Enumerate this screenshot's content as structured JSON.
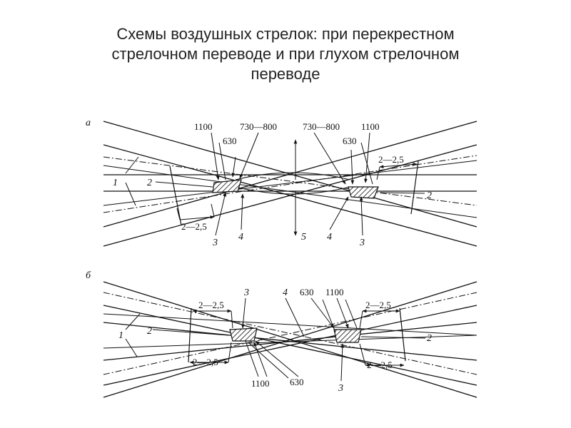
{
  "title": {
    "line1": "Схемы воздушных стрелок: при перекрестном",
    "line2": "стрелочном переводе и при глухом стрелочном",
    "line3": "переводе"
  },
  "diagram_a": {
    "panel_label": "а",
    "dim_1100_left": "1100",
    "dim_730_800_left": "730—800",
    "dim_730_800_right": "730—800",
    "dim_1100_right": "1100",
    "dim_630_left": "630",
    "dim_630_right": "630",
    "dim_2_25_left": "2—2,5",
    "dim_2_25_right": "2—2,5",
    "label_1": "1",
    "label_2_left": "2",
    "label_2_right": "2",
    "label_3_left": "3",
    "label_3_right": "3",
    "label_4_left": "4",
    "label_4_right": "4",
    "label_5": "5"
  },
  "diagram_b": {
    "panel_label": "б",
    "dim_2_25_tl": "2—2,5",
    "dim_2_25_bl": "2—2,5",
    "dim_2_25_tr": "2—2,5",
    "dim_2_25_br": "2—2,5",
    "label_3_top": "3",
    "label_4": "4",
    "dim_630_top": "630",
    "dim_1100_top": "1100",
    "label_1": "1",
    "label_2_left": "2",
    "label_2_right": "2",
    "dim_1100_bottom": "1100",
    "dim_630_bottom": "630",
    "label_3_bottom": "3"
  }
}
